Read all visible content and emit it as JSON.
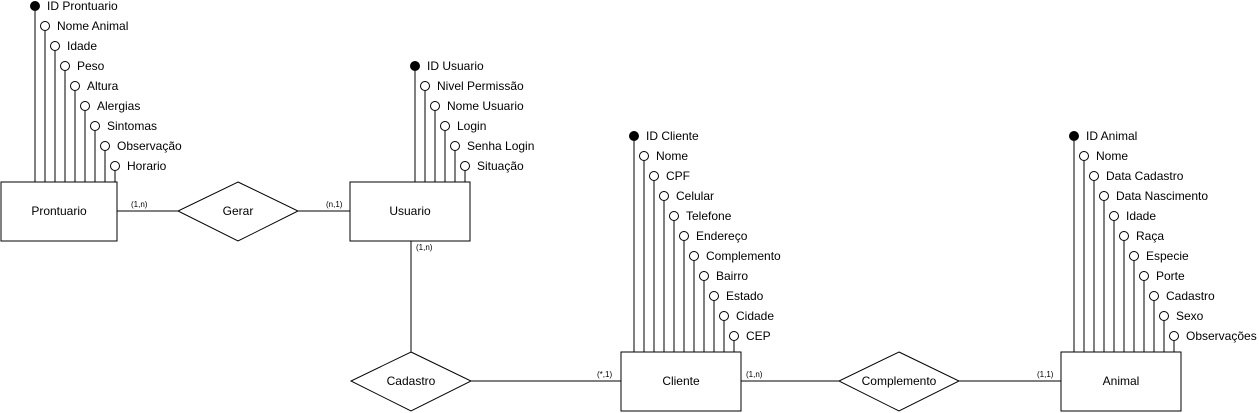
{
  "colors": {
    "stroke": "#000000",
    "fill": "#ffffff",
    "key_dot": "#000000"
  },
  "entities": {
    "prontuario": {
      "name": "Prontuario",
      "key_attribute": "ID Prontuario",
      "attributes": [
        "Nome Animal",
        "Idade",
        "Peso",
        "Altura",
        "Alergias",
        "Sintomas",
        "Observação",
        "Horario"
      ]
    },
    "usuario": {
      "name": "Usuario",
      "key_attribute": "ID Usuario",
      "attributes": [
        "Nivel Permissão",
        "Nome Usuario",
        "Login",
        "Senha Login",
        "Situação"
      ]
    },
    "cliente": {
      "name": "Cliente",
      "key_attribute": "ID Cliente",
      "attributes": [
        "Nome",
        "CPF",
        "Celular",
        "Telefone",
        "Endereço",
        "Complemento",
        "Bairro",
        "Estado",
        "Cidade",
        "CEP"
      ]
    },
    "animal": {
      "name": "Animal",
      "key_attribute": "ID Animal",
      "attributes": [
        "Nome",
        "Data Cadastro",
        "Data Nascimento",
        "Idade",
        "Raça",
        "Especie",
        "Porte",
        "Cadastro",
        "Sexo",
        "Observações"
      ]
    }
  },
  "relationships": {
    "gerar": {
      "name": "Gerar",
      "card_left": "(1,n)",
      "card_right": "(n,1)"
    },
    "cadastro": {
      "name": "Cadastro",
      "card_top": "(1,n)",
      "card_right": "(*,1)"
    },
    "complemento": {
      "name": "Complemento",
      "card_left": "(1,n)",
      "card_right": "(1,1)"
    }
  }
}
